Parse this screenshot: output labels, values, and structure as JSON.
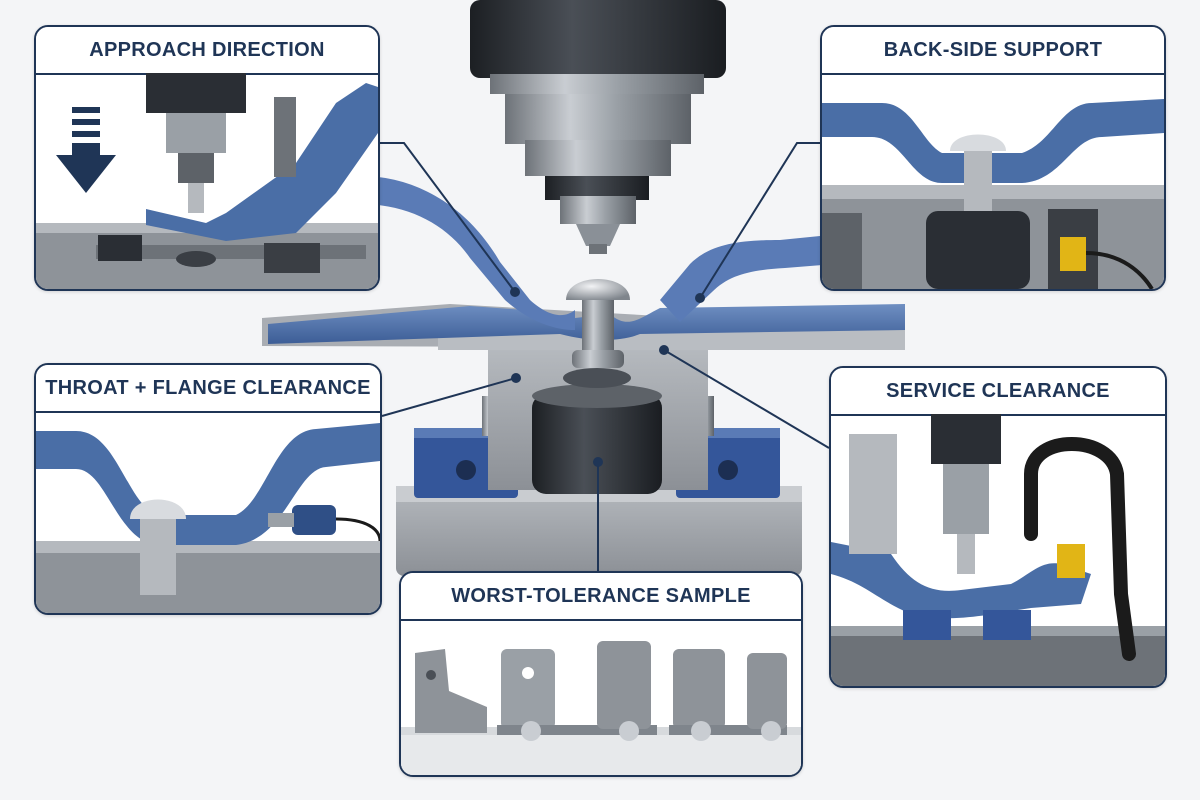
{
  "panels": {
    "approach_direction": {
      "title": "APPROACH DIRECTION"
    },
    "back_side_support": {
      "title": "BACK-SIDE SUPPORT"
    },
    "throat_flange_clearance": {
      "title": "THROAT + FLANGE CLEARANCE"
    },
    "service_clearance": {
      "title": "SERVICE CLEARANCE"
    },
    "worst_tolerance_sample": {
      "title": "WORST-TOLERANCE SAMPLE"
    }
  },
  "icons": {
    "approach": "down-arrow-icon",
    "sensor": "proximity-sensor-icon",
    "cable_chain": "cable-chain-icon"
  },
  "colors": {
    "frame_navy": "#1f3556",
    "part_blue": "#4a6ea6",
    "fixture_blue": "#34569a",
    "steel_gray": "#8e9399",
    "sensor_yellow": "#e1b516",
    "background": "#f4f5f7"
  }
}
